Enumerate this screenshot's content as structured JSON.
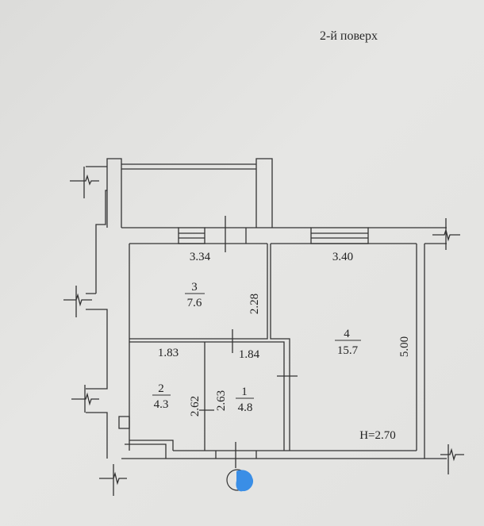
{
  "floor_title": "2-й поверх",
  "rooms": [
    {
      "number": "1",
      "area": "4.8",
      "width": "1.84",
      "length": "2.63"
    },
    {
      "number": "2",
      "area": "4.3",
      "width": "1.83",
      "length": "2.62"
    },
    {
      "number": "3",
      "area": "7.6",
      "width": "3.34",
      "length": "2.28"
    },
    {
      "number": "4",
      "area": "15.7",
      "width": "3.40",
      "length": "5.00"
    }
  ],
  "ceiling_height": "H=2.70",
  "colors": {
    "paper": "#e4e4e2",
    "lines": "#333333",
    "marker": "#3a8ee6"
  }
}
